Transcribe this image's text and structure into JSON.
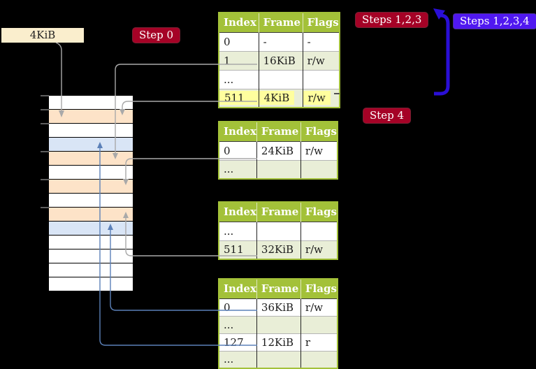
{
  "figure_labels": {
    "frame_size": "4KiB",
    "step0": "Step 0",
    "steps123": "Steps 1,2,3",
    "steps1234": "Steps 1,2,3,4",
    "step4": "Step 4"
  },
  "table_headers": [
    "Index",
    "Frame",
    "Flags"
  ],
  "page_tables": [
    {
      "name": "page-table-step0",
      "rows": [
        [
          "0",
          "-",
          "-"
        ],
        [
          "1",
          "16KiB",
          "r/w"
        ],
        [
          "...",
          "",
          ""
        ],
        [
          "511",
          "4KiB",
          "r/w"
        ]
      ],
      "highlighted_row": "511"
    },
    {
      "name": "page-table-step1",
      "rows": [
        [
          "0",
          "24KiB",
          "r/w"
        ],
        [
          "...",
          "",
          ""
        ]
      ]
    },
    {
      "name": "page-table-step2",
      "rows": [
        [
          "...",
          "",
          ""
        ],
        [
          "511",
          "32KiB",
          "r/w"
        ]
      ]
    },
    {
      "name": "page-table-step3",
      "rows": [
        [
          "0",
          "36KiB",
          "r/w"
        ],
        [
          "...",
          "",
          ""
        ],
        [
          "127",
          "12KiB",
          "r"
        ],
        [
          "...",
          "",
          ""
        ]
      ]
    }
  ],
  "memory": {
    "rows": [
      "frame",
      "page-table",
      "frame",
      "mapped-page",
      "page-table",
      "frame",
      "page-table",
      "frame",
      "page-table",
      "mapped-page",
      "frame",
      "frame",
      "frame",
      "frame"
    ]
  },
  "colors": {
    "background": "#000000",
    "table_header_green": "#a3c139",
    "table_row_green": "#e9eed7",
    "page_table_peach": "#fde3c8",
    "mapped_page_blue": "#d9e5f6",
    "highlight_yellow": "#ffff9e",
    "step_label_crimson": "#a50226",
    "steps1234_label_violet": "#5018f0",
    "recursive_arrow_blue": "#2a0fd6",
    "connector_gray": "#a9a9a9",
    "connector_steel_blue": "#5b80b8",
    "frame_size_box_cream": "#faeecd"
  }
}
